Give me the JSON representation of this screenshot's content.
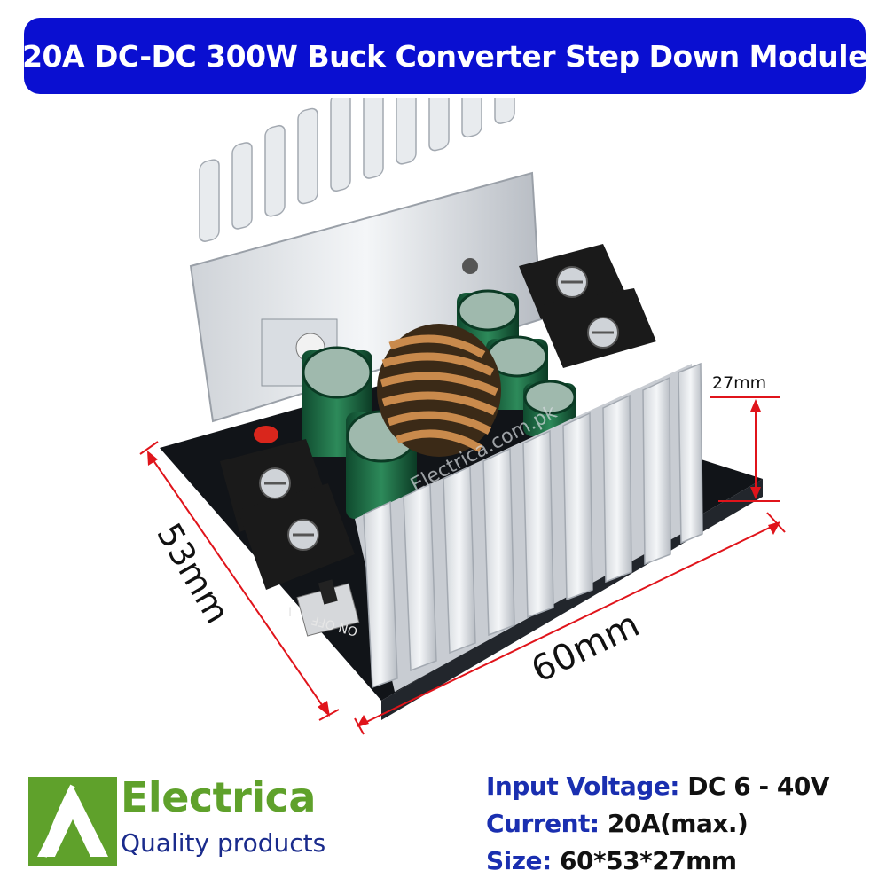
{
  "title": "20A DC-DC 300W Buck Converter Step Down Module",
  "dimensions": {
    "height": "27mm",
    "depth": "53mm",
    "width": "60mm"
  },
  "board_silkscreen": {
    "left_terminal_mark": "I",
    "switch_label": "ON OFF"
  },
  "watermark": "Electrica.com.pk",
  "brand": {
    "name": "Electrica",
    "tagline": "Quality products",
    "color": "#5fa12b"
  },
  "specs": [
    {
      "key": "Input Voltage:",
      "value": "DC 6 - 40V"
    },
    {
      "key": "Current:",
      "value": "20A(max.)"
    },
    {
      "key": "Size:",
      "value": "60*53*27mm"
    }
  ],
  "colors": {
    "banner": "#0a0fd1",
    "spec_key": "#1a2fb0",
    "dimension_lines": "#e0141b"
  }
}
